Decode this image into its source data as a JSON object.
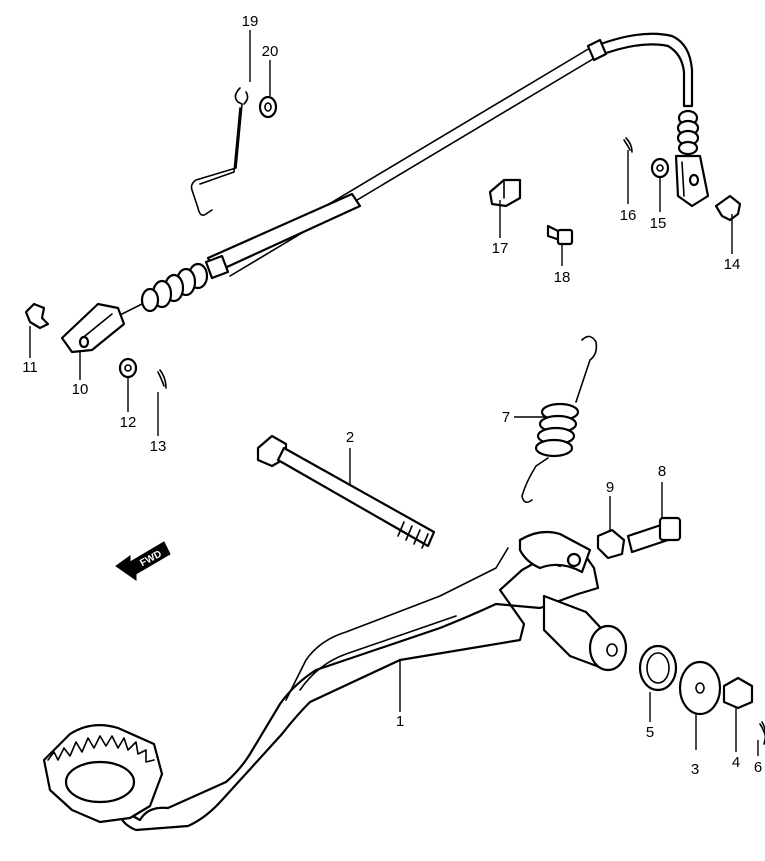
{
  "fwd_label": "FWD",
  "callouts": [
    {
      "id": "1",
      "label": "1"
    },
    {
      "id": "2",
      "label": "2"
    },
    {
      "id": "3",
      "label": "3"
    },
    {
      "id": "4",
      "label": "4"
    },
    {
      "id": "5",
      "label": "5"
    },
    {
      "id": "6",
      "label": "6"
    },
    {
      "id": "7",
      "label": "7"
    },
    {
      "id": "8",
      "label": "8"
    },
    {
      "id": "9",
      "label": "9"
    },
    {
      "id": "10",
      "label": "10"
    },
    {
      "id": "11",
      "label": "11"
    },
    {
      "id": "12",
      "label": "12"
    },
    {
      "id": "13",
      "label": "13"
    },
    {
      "id": "14",
      "label": "14"
    },
    {
      "id": "15",
      "label": "15"
    },
    {
      "id": "16",
      "label": "16"
    },
    {
      "id": "17",
      "label": "17"
    },
    {
      "id": "18",
      "label": "18"
    },
    {
      "id": "19",
      "label": "19"
    },
    {
      "id": "20",
      "label": "20"
    }
  ]
}
